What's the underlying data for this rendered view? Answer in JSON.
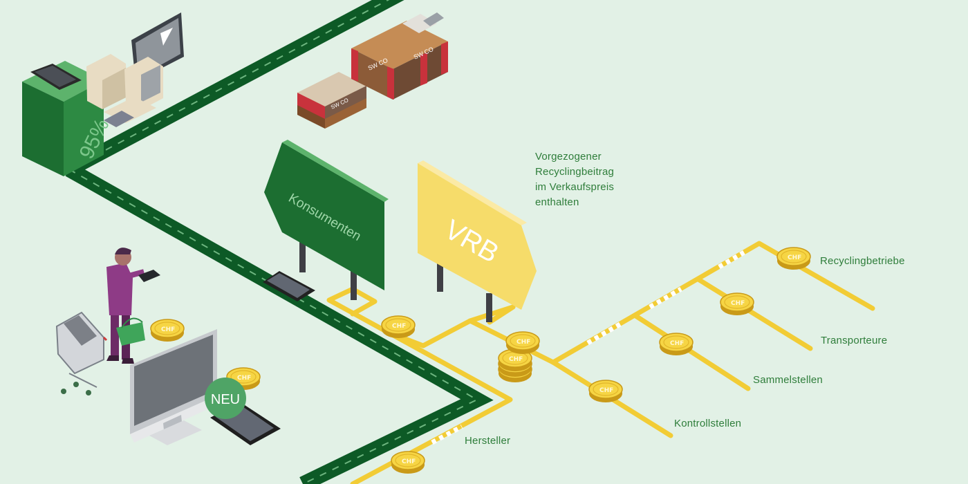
{
  "note": {
    "lines": [
      "Vorgezogener",
      "Recyclingbeitrag",
      "im Verkaufspreis",
      "enthalten"
    ]
  },
  "signs": {
    "consumers": "Konsumenten",
    "vrb": "VRB"
  },
  "badges": {
    "percent": "95%",
    "new": "NEU"
  },
  "pallet_brand": "SW CO",
  "coin_label": "CHF",
  "labels": {
    "recyclers": "Recyclingbetriebe",
    "transporters": "Transporteure",
    "collection_points": "Sammelstellen",
    "control_points": "Kontrollstellen",
    "manufacturers": "Hersteller"
  },
  "colors": {
    "background": "#e2f1e6",
    "road": "#0d5a26",
    "money_flow": "#f2cc35",
    "sign_green": "#1c6e31",
    "sign_yellow": "#f6dc6a",
    "text_green": "#2e7d3a",
    "badge_green": "#4fa466",
    "person_shirt": "#8e3b86",
    "pallet_red": "#c8323c"
  }
}
